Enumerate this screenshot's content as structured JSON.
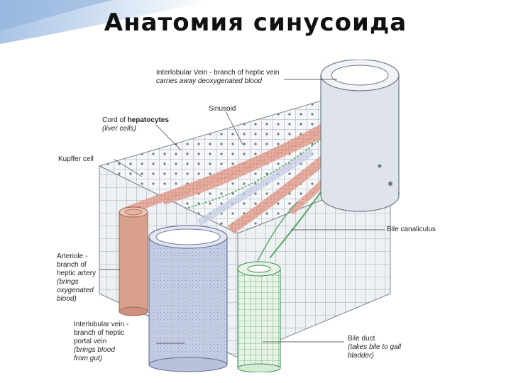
{
  "slide": {
    "title": "Анатомия синусоида"
  },
  "diagram": {
    "labels": {
      "interlobular_vein_hepatic": {
        "name": "Interlobular Vein - branch of heptic vein",
        "desc": "carries away deoxygenated blood"
      },
      "sinusoid": {
        "name": "Sinusoid"
      },
      "cord": {
        "name_prefix": "Cord of ",
        "name_bold": "hepatocytes",
        "desc": "(liver cells)"
      },
      "kupffer": {
        "name": "Kupffer cell"
      },
      "bile_canaliculus": {
        "name": "Bile canaliculus"
      },
      "arteriole": {
        "name_lines": [
          "Arteriole -",
          "branch of",
          "heptic artery"
        ],
        "desc_lines": [
          "(brings",
          "oxygenated",
          "blood)"
        ]
      },
      "interlobular_vein_portal": {
        "name_lines": [
          "Interlobular vein -",
          "branch of heptic",
          "portal vein"
        ],
        "desc_lines": [
          "(brings blood",
          "from gut)"
        ]
      },
      "bile_duct": {
        "name": "Bile duct",
        "desc_lines": [
          "(takes bile to gall",
          "bladder)"
        ]
      }
    },
    "colors": {
      "hepatocyte_fill": "#f4f6f8",
      "cell_line": "#8a94a0",
      "sinusoid_red": "#d9897a",
      "vein_blue": "#b8c2dd",
      "artery": "#d9a08e",
      "bile_green": "#5aa86a"
    }
  }
}
